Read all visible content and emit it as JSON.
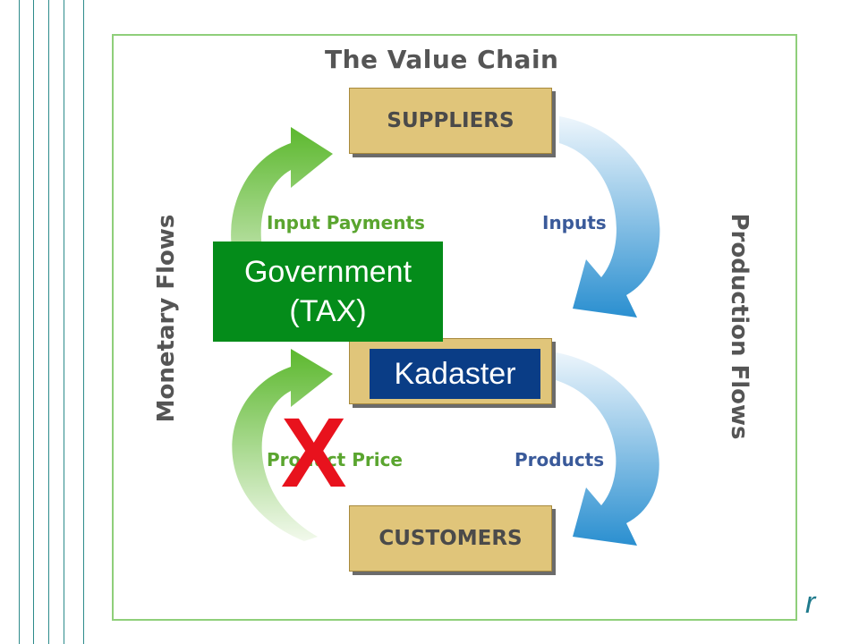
{
  "diagram": {
    "title": "The Value Chain",
    "boxes": {
      "suppliers": "SUPPLIERS",
      "middle": "",
      "customers": "CUSTOMERS"
    },
    "side_labels": {
      "left": "Monetary Flows",
      "right": "Production Flows"
    },
    "flow_labels": {
      "input_payments": "Input Payments",
      "inputs": "Inputs",
      "product_price": "Product Price",
      "products": "Products"
    }
  },
  "overlays": {
    "government_line1": "Government",
    "government_line2": "(TAX)",
    "kadaster": "Kadaster",
    "x_mark": "X"
  },
  "corner_text": "r",
  "colors": {
    "box_fill": "#e0c57a",
    "monetary_arrow": "#6bbf3b",
    "production_arrow": "#2a8fd0",
    "government": "#048c1a",
    "kadaster": "#0a3d86",
    "x_mark": "#e8121d",
    "frame": "#8fcf7a"
  }
}
